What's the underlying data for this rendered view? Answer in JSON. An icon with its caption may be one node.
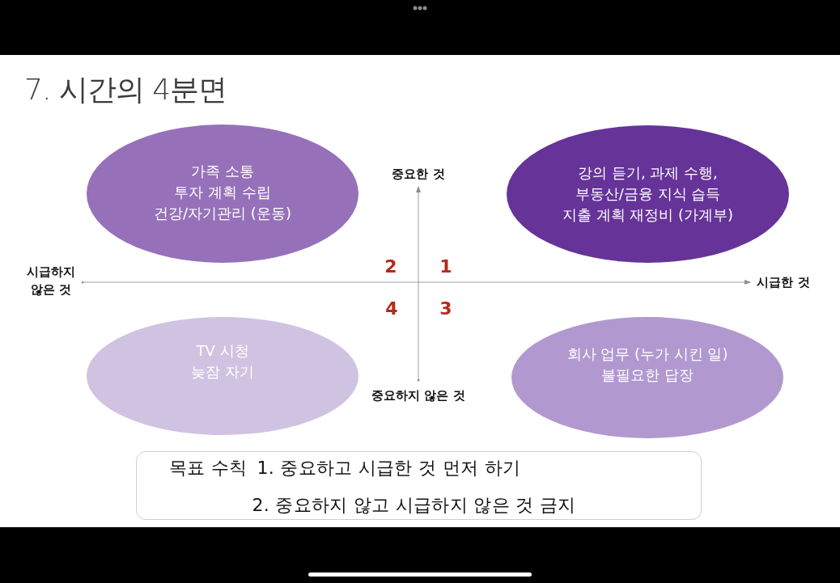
{
  "diagram": {
    "title": "7. 시간의 4분면",
    "nodes": [
      {
        "text": [
          "가족 소통",
          "투자 계획 수립",
          "건강/자기관리 (운동)"
        ]
      },
      {
        "text": [
          "강의 듣기, 과제 수행,",
          "부동산/금융 지식 습득",
          "지출 계획 재정비 (가계부)"
        ]
      },
      {
        "text": [
          "TV 시청",
          "늦잠 자기"
        ]
      },
      {
        "text": [
          "회사 업무 (누가 시킨 일)",
          "불필요한 답장"
        ]
      },
      {
        "text": [
          "목표 수칙",
          "1. 중요하고 시급한 것 먼저 하기",
          "2. 중요하지 않고 시급하지 않은 것 금지"
        ]
      }
    ],
    "labels": [
      "중요한 것",
      "시급하지 않은 것",
      "2",
      "1",
      "시급한 것",
      "4",
      "3",
      "중요하지 않은 것"
    ]
  }
}
